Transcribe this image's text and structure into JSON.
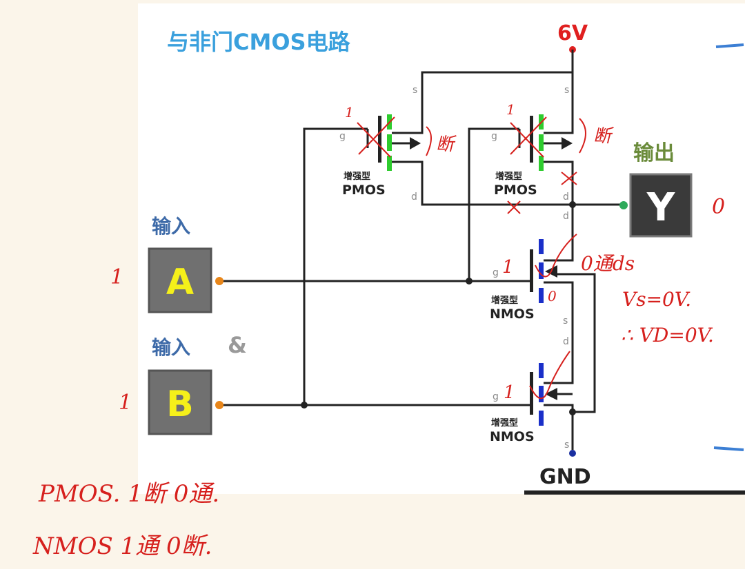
{
  "title": "与非门CMOS电路",
  "supply_label": "6V",
  "ground_label": "GND",
  "input_heading": "输入",
  "and_symbol": "&",
  "output_heading": "输出",
  "inputs": [
    "A",
    "B"
  ],
  "output": "Y",
  "pin_labels": {
    "source": "s",
    "drain": "d",
    "gate": "g"
  },
  "transistors": [
    {
      "type": "增强型",
      "name": "PMOS"
    },
    {
      "type": "增强型",
      "name": "PMOS"
    },
    {
      "type": "增强型",
      "name": "NMOS"
    },
    {
      "type": "增强型",
      "name": "NMOS"
    }
  ],
  "annotations": {
    "in_a": "1",
    "in_b": "1",
    "pmos1_gate": "1",
    "pmos1_state": "断",
    "pmos2_gate": "1",
    "pmos2_state": "断",
    "nmos1_gate": "1",
    "nmos1_source": "0",
    "nmos1_note": "0通ds",
    "nmos2_gate": "1",
    "out": "0",
    "vs": "Vs=0V.",
    "vd": "∴ VD=0V.",
    "pmos_rule": "PMOS.  1断  0通.",
    "nmos_rule": "NMOS  1通  0断."
  },
  "colors": {
    "wire": "#222222",
    "pmos": "#2ecc2e",
    "nmos": "#1a2fc9",
    "supply": "#e02020",
    "heading": "#3d6aa8",
    "output_heading": "#6a8b3a",
    "input_box": "#707070",
    "input_text": "#f5f01a",
    "output_box": "#3a3a3a",
    "handwriting": "#d6201d",
    "title": "#3aa0dd"
  }
}
